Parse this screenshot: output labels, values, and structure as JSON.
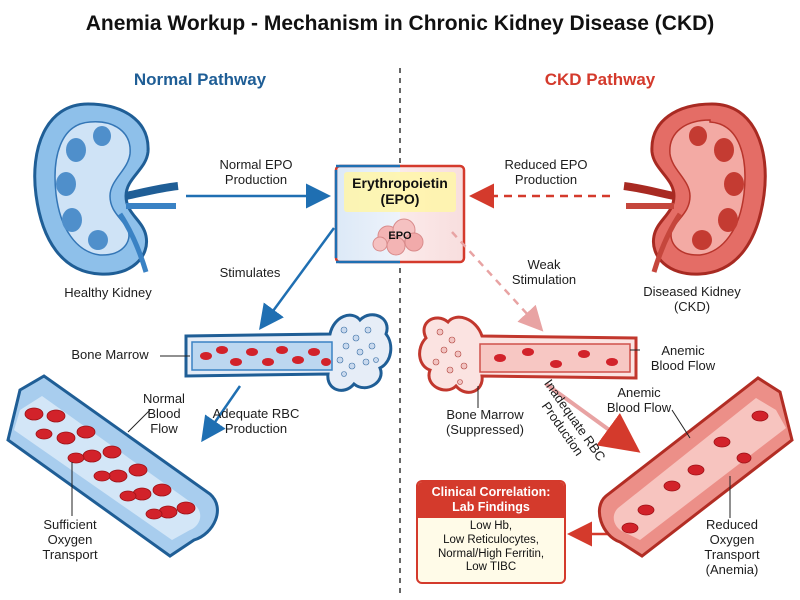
{
  "title": "Anemia Workup - Mechanism in Chronic Kidney Disease (CKD)",
  "normal": {
    "header": "Normal Pathway",
    "kidney_label": "Healthy Kidney",
    "epo_arrow_label": [
      "Normal EPO",
      "Production"
    ],
    "stimulates_label": "Stimulates",
    "bone_marrow_label": "Bone Marrow",
    "blood_flow_label": [
      "Normal",
      "Blood",
      "Flow"
    ],
    "rbc_label": [
      "Adequate RBC",
      "Production"
    ],
    "oxygen_label": [
      "Sufficient",
      "Oxygen",
      "Transport"
    ]
  },
  "epo": {
    "title": [
      "Erythropoietin",
      "(EPO)"
    ],
    "molecule_label": "EPO"
  },
  "ckd": {
    "header": "CKD Pathway",
    "epo_arrow_label": [
      "Reduced EPO",
      "Production"
    ],
    "weak_label": [
      "Weak",
      "Stimulation"
    ],
    "kidney_label": [
      "Diseased Kidney",
      "(CKD)"
    ],
    "anemic_flow_label_1": [
      "Anemic",
      "Blood Flow"
    ],
    "anemic_flow_label_2": [
      "Anemic",
      "Blood Flow"
    ],
    "bone_marrow_label": [
      "Bone Marrow",
      "(Suppressed)"
    ],
    "rbc_label": [
      "Inadequate RBC",
      "Production"
    ],
    "oxygen_label": [
      "Reduced",
      "Oxygen",
      "Transport",
      "(Anemia)"
    ]
  },
  "clinical": {
    "heading": [
      "Clinical Correlation:",
      "Lab Findings"
    ],
    "findings": [
      "Low Hb,",
      "Low Reticulocytes,",
      "Normal/High Ferritin,",
      "Low TIBC"
    ]
  },
  "colors": {
    "normal_accent": "#1f6fb2",
    "ckd_accent": "#d43a2c",
    "rbc": "#d2222a",
    "epo_box_border": "#d43a2c",
    "clinical_box_fill": "#fffbe8"
  }
}
